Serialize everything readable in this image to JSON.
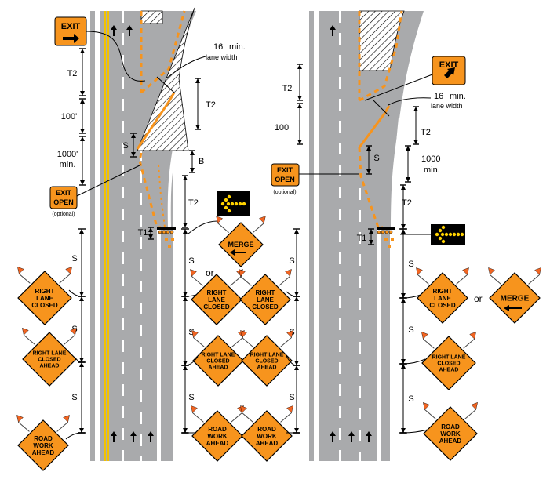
{
  "colors": {
    "road": "#a9aaac",
    "lane_line": "#ffffff",
    "center_line": "#f2c200",
    "taper": "#f7941d",
    "sign_orange": "#f7941d",
    "flag_orange": "#f26522",
    "arrow_board": "#000000",
    "arrow_lamp": "#ffd200"
  },
  "icons": {
    "lane_arrow": "up-arrow-icon",
    "flag": "warning-flag-icon",
    "arrow_board": "arrow-board-left-icon",
    "channelizer": "drum-icon"
  },
  "left": {
    "exit_sign": "EXIT",
    "exit_open_line1": "EXIT",
    "exit_open_line2": "OPEN",
    "optional": "(optional)",
    "lane_width_value": "16",
    "lane_width_unit": "min.",
    "lane_width_label": "lane width",
    "dims": {
      "t2_upper": "T2",
      "d100": "100'",
      "d1000": "1000'",
      "d1000_min": "min.",
      "s": "S",
      "t2_mid": "T2",
      "b": "B",
      "t2_lower": "T2",
      "t1": "T1"
    },
    "outer_signs": {
      "s1": "S",
      "s2": "S",
      "s3": "S",
      "right_lane_closed_1": "RIGHT",
      "right_lane_closed_2": "LANE",
      "right_lane_closed_3": "CLOSED",
      "ahead_1": "RIGHT LANE",
      "ahead_2": "CLOSED",
      "ahead_3": "AHEAD",
      "work_1": "ROAD",
      "work_2": "WORK",
      "work_3": "AHEAD"
    },
    "merge_sign": "MERGE",
    "or": "or"
  },
  "right": {
    "exit_sign": "EXIT",
    "exit_open_line1": "EXIT",
    "exit_open_line2": "OPEN",
    "optional": "(optional)",
    "lane_width_value": "16",
    "lane_width_unit": "min.",
    "lane_width_label": "lane width",
    "dims": {
      "t2_upper": "T2",
      "d100": "100",
      "s": "S",
      "t2_mid": "T2",
      "d1000": "1000",
      "d1000_min": "min.",
      "t2_lower": "T2",
      "t1": "T1"
    },
    "outer_signs": {
      "s1": "S",
      "s2": "S",
      "s3": "S",
      "right_lane_closed_1": "RIGHT",
      "right_lane_closed_2": "LANE",
      "right_lane_closed_3": "CLOSED",
      "ahead_1": "RIGHT LANE",
      "ahead_2": "CLOSED",
      "ahead_3": "AHEAD",
      "work_1": "ROAD",
      "work_2": "WORK",
      "work_3": "AHEAD"
    },
    "merge_sign": "MERGE",
    "or": "or"
  }
}
